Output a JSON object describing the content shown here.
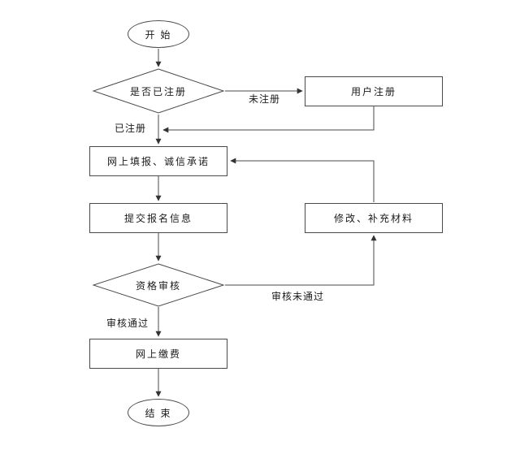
{
  "flowchart": {
    "nodes": {
      "start": {
        "label": "开 始",
        "type": "terminator"
      },
      "is_registered": {
        "label": "是否已注册",
        "type": "decision"
      },
      "user_register": {
        "label": "用户注册",
        "type": "process"
      },
      "online_fill": {
        "label": "网上填报、诚信承诺",
        "type": "process"
      },
      "submit_info": {
        "label": "提交报名信息",
        "type": "process"
      },
      "qualification_review": {
        "label": "资格审核",
        "type": "decision"
      },
      "modify_materials": {
        "label": "修改、补充材料",
        "type": "process"
      },
      "online_payment": {
        "label": "网上缴费",
        "type": "process"
      },
      "end": {
        "label": "结 束",
        "type": "terminator"
      }
    },
    "edge_labels": {
      "not_registered": "未注册",
      "registered": "已注册",
      "review_failed": "审核未通过",
      "review_passed": "审核通过"
    },
    "colors": {
      "stroke": "#4a4a4a",
      "text": "#1a1a1a",
      "background": "#ffffff"
    }
  }
}
